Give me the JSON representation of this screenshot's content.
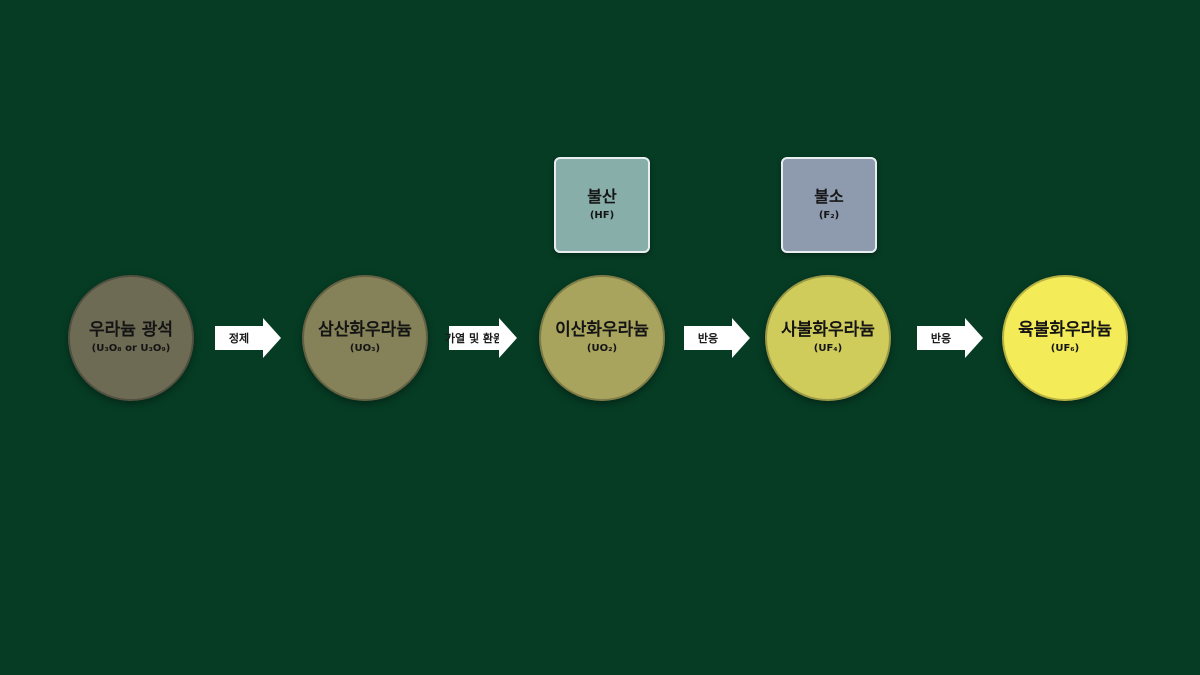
{
  "nodes": [
    {
      "name": "우라늄 광석",
      "formula": "(U₃O₈ or U₃O₉)",
      "color": "#6e6b55"
    },
    {
      "name": "삼산화우라늄",
      "formula": "(UO₃)",
      "color": "#858259"
    },
    {
      "name": "이산화우라늄",
      "formula": "(UO₂)",
      "color": "#a8a45e"
    },
    {
      "name": "사불화우라늄",
      "formula": "(UF₄)",
      "color": "#cfcc5c"
    },
    {
      "name": "육불화우라늄",
      "formula": "(UF₆)",
      "color": "#f3ec58"
    }
  ],
  "arrows": [
    {
      "label": "정제"
    },
    {
      "label": "가열 및 환원"
    },
    {
      "label": "반응"
    },
    {
      "label": "반응"
    }
  ],
  "reagents": [
    {
      "name": "불산",
      "formula": "(HF)",
      "color": "#88aeaa"
    },
    {
      "name": "불소",
      "formula": "(F₂)",
      "color": "#8e9aae"
    }
  ],
  "colors": {
    "background": "#063c24",
    "arrow": "#ffffff"
  }
}
